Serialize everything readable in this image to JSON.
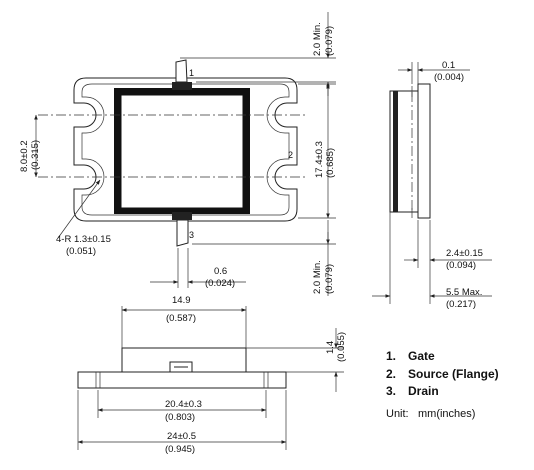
{
  "top_view": {
    "pins": [
      "1",
      "2",
      "3"
    ],
    "dims": {
      "top_lead_len": "2.0 Min.",
      "top_lead_len_in": "(0.079)",
      "bottom_lead_len": "2.0 Min.",
      "bottom_lead_len_in": "(0.079)",
      "height": "17.4±0.3",
      "height_in": "(0.685)",
      "slot_pitch": "8.0±0.2",
      "slot_pitch_in": "(0.315)",
      "radius": "4-R 1.3±0.15",
      "radius_in": "(0.051)",
      "lead_width": "0.6",
      "lead_width_in": "(0.024)"
    }
  },
  "side_view": {
    "dims": {
      "lead_thk": "0.1",
      "lead_thk_in": "(0.004)",
      "flange_thk": "2.4±0.15",
      "flange_thk_in": "(0.094)",
      "total_height": "5.5 Max.",
      "total_height_in": "(0.217)"
    }
  },
  "front_view": {
    "dims": {
      "body_width": "14.9",
      "body_width_in": "(0.587)",
      "body_height": "1.4",
      "body_height_in": "(0.055)",
      "hole_pitch": "20.4±0.3",
      "hole_pitch_in": "(0.803)",
      "flange_width": "24±0.5",
      "flange_width_in": "(0.945)"
    }
  },
  "legend": {
    "items": [
      {
        "num": "1.",
        "label": "Gate"
      },
      {
        "num": "2.",
        "label": "Source (Flange)"
      },
      {
        "num": "3.",
        "label": "Drain"
      }
    ],
    "unit_label": "Unit:",
    "unit_value": "mm(inches)"
  }
}
